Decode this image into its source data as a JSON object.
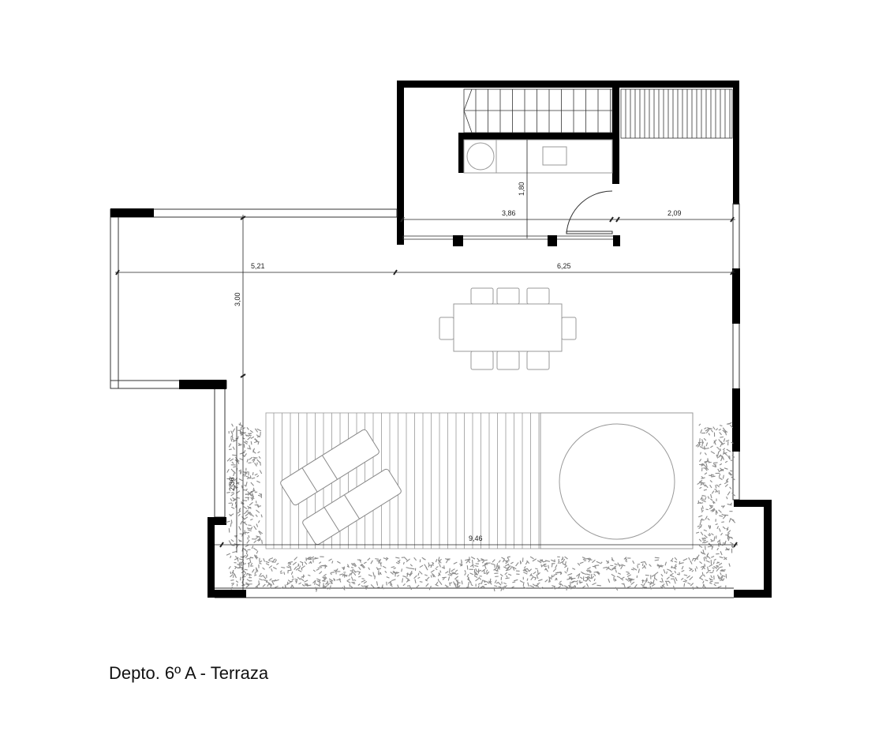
{
  "caption": "Depto. 6º A - Terraza",
  "dimensions": {
    "upper_left_width": "3,86",
    "upper_right_width": "2,09",
    "upper_depth": "1,80",
    "terrace_left_width": "5,21",
    "terrace_right_width": "6,25",
    "terrace_depth": "3,00",
    "deck_depth": "2,36",
    "total_width": "9,46"
  },
  "colors": {
    "wall": "#000000",
    "line": "#555555",
    "furniture": "#9a9a9a",
    "plants": "#8a8a8a",
    "background": "#ffffff"
  }
}
